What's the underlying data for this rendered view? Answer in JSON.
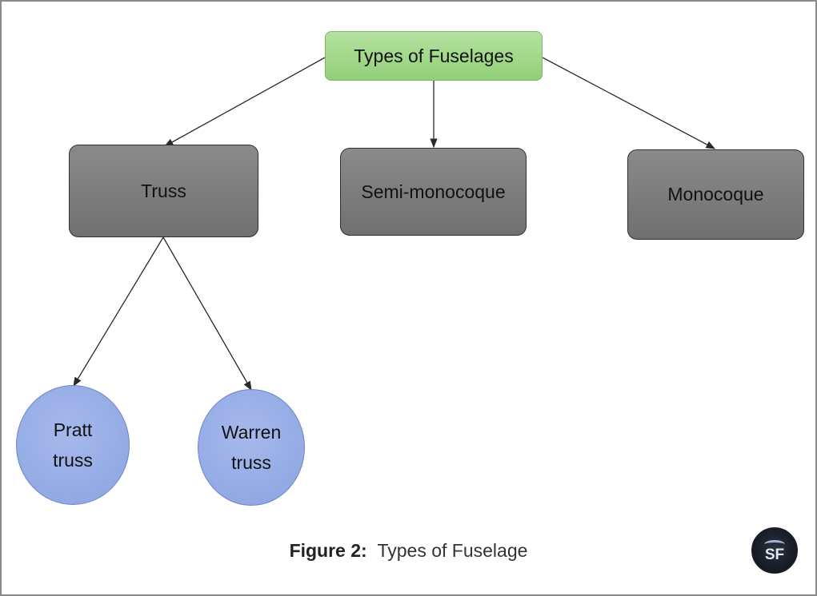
{
  "diagram": {
    "root": {
      "label": "Types of Fuselages"
    },
    "categories": [
      {
        "label": "Truss"
      },
      {
        "label": "Semi-monocoque"
      },
      {
        "label": "Monocoque"
      }
    ],
    "truss_subtypes": [
      {
        "line1": "Pratt",
        "line2": "truss"
      },
      {
        "line1": "Warren",
        "line2": "truss"
      }
    ]
  },
  "caption": {
    "figure_label": "Figure 2:",
    "title": "Types of Fuselage"
  },
  "logo": {
    "text": "SF"
  },
  "colors": {
    "root_fill": "#a3d98c",
    "category_fill": "#7d7d7d",
    "leaf_fill": "#98afe6",
    "connector": "#2a2a2a"
  }
}
